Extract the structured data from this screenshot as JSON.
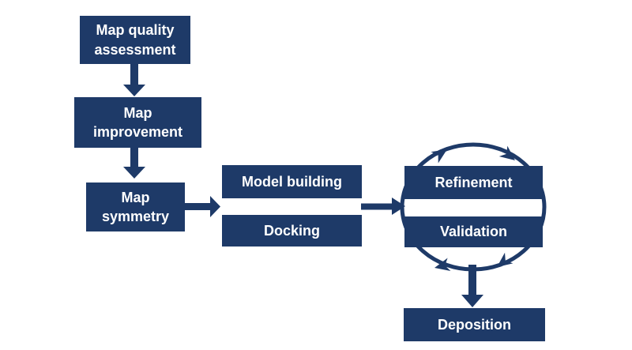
{
  "colors": {
    "accent": "#1e3a68",
    "node_text": "#ffffff",
    "background": "#ffffff"
  },
  "nodes": {
    "map_quality": {
      "label": "Map quality\nassessment"
    },
    "map_improvement": {
      "label": "Map\nimprovement"
    },
    "map_symmetry": {
      "label": "Map\nsymmetry"
    },
    "model_building": {
      "label": "Model building"
    },
    "docking": {
      "label": "Docking"
    },
    "refinement": {
      "label": "Refinement"
    },
    "validation": {
      "label": "Validation"
    },
    "deposition": {
      "label": "Deposition"
    }
  },
  "edges": [
    {
      "from": "Map quality assessment",
      "to": "Map improvement",
      "style": "arrow-down"
    },
    {
      "from": "Map improvement",
      "to": "Map symmetry",
      "style": "arrow-down"
    },
    {
      "from": "Map symmetry",
      "to": "Model building / Docking",
      "style": "arrow-right"
    },
    {
      "from": "Model building / Docking",
      "to": "Refinement / Validation",
      "style": "arrow-right"
    },
    {
      "from": "Refinement",
      "to": "Validation",
      "style": "cycle-loop"
    },
    {
      "from": "Refinement / Validation",
      "to": "Deposition",
      "style": "arrow-down"
    }
  ]
}
